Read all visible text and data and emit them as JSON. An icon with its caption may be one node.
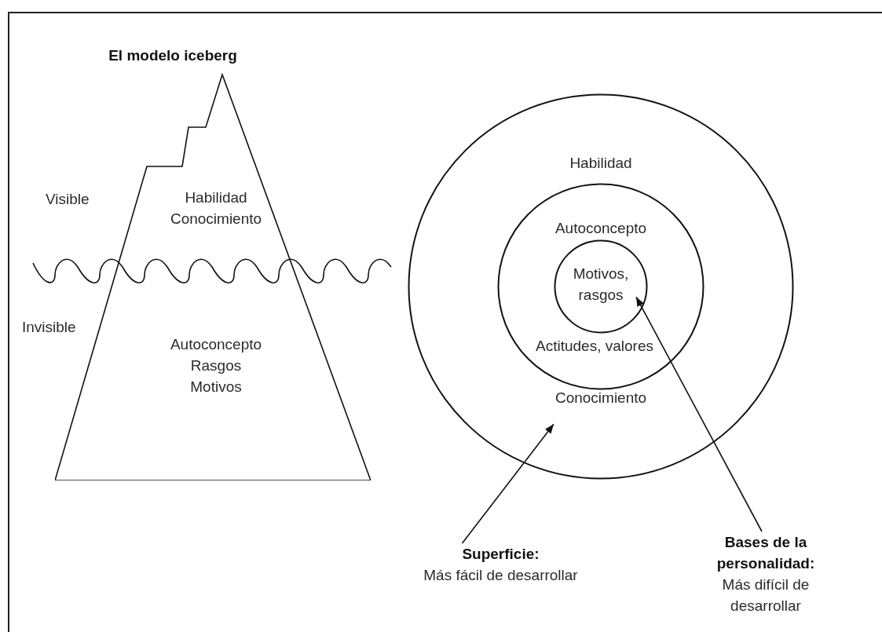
{
  "diagram": {
    "nodes": [
      {
        "text": [
          "El modelo iceberg",
          "Habilidad Conocimiento",
          "Autoconcepto Rasgos Motivos"
        ]
      },
      {
        "text": [
          "Habilidad",
          "Conocimiento"
        ]
      },
      {
        "text": [
          "Autoconcepto",
          "Actitudes, valores"
        ],
        "in": 1
      },
      {
        "text": [
          "Motivos, rasgos"
        ],
        "in": 2
      },
      {
        "text": [
          "Superficie:",
          "Más fácil de desarrollar"
        ]
      },
      {
        "text": [
          "Bases de la personalidad:",
          "Más difícil de desarrollar"
        ]
      }
    ],
    "edges": [
      {
        "from": 4,
        "to": 1,
        "arrow": "to"
      },
      {
        "from": 5,
        "to": 3,
        "arrow": "to"
      }
    ],
    "labels": [
      "Visible",
      "Invisible"
    ]
  }
}
